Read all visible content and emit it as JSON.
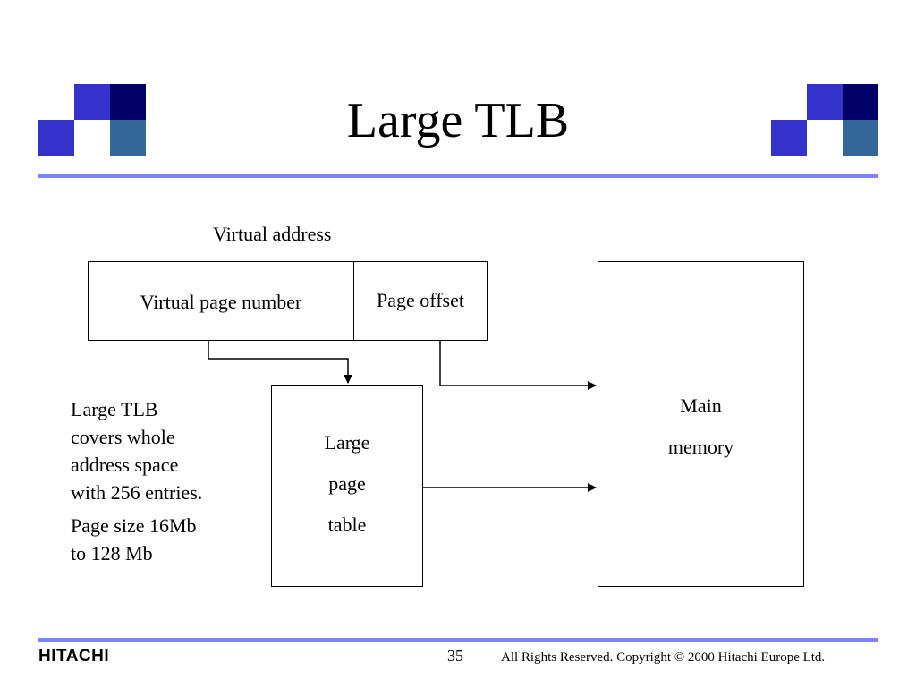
{
  "slide": {
    "title": "Large TLB",
    "page_number": "35",
    "copyright": "All Rights Reserved. Copyright © 2000 Hitachi Europe Ltd.",
    "brand": "HITACHI"
  },
  "diagram": {
    "virtual_address_label": "Virtual address",
    "vpn_label": "Virtual page number",
    "offset_label": "Page offset",
    "page_table_lines": [
      "Large",
      "page",
      "table"
    ],
    "memory_lines": [
      "Main",
      "memory"
    ],
    "notes": {
      "line1": "Large TLB",
      "line2": "covers whole",
      "line3": "address space",
      "line4": "with 256 entries.",
      "line5": "Page size 16Mb",
      "line6": "to 128 Mb"
    }
  },
  "colors": {
    "accent_rule": "#7f7fff",
    "square_blue": "#3333cc",
    "square_navy": "#000066",
    "square_steel": "#336699"
  }
}
